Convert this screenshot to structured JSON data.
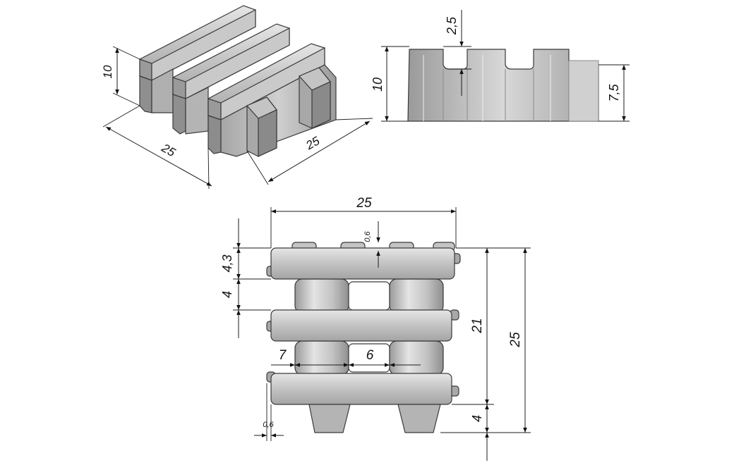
{
  "drawing": {
    "views": [
      "isometric-view",
      "side-elevation",
      "top-plan"
    ],
    "colors": {
      "block_fill": "#b8b8b8",
      "block_light": "#d6d6d6",
      "block_dark": "#8e8e8e",
      "line": "#1b1b1b"
    }
  },
  "iso": {
    "height": "10",
    "length": "25",
    "width": "25"
  },
  "side": {
    "height": "10",
    "groove_depth": "2,5",
    "foot_height": "7,5"
  },
  "plan": {
    "overall_width": "25",
    "overall_depth": "25",
    "inner_depth": "21",
    "foot_depth": "4",
    "bar_width": "4,3",
    "gap_width": "4",
    "tooth_offset_top": "0,6",
    "tooth_offset_side": "0,6",
    "cell_width_left": "7",
    "cell_width_mid": "6"
  }
}
